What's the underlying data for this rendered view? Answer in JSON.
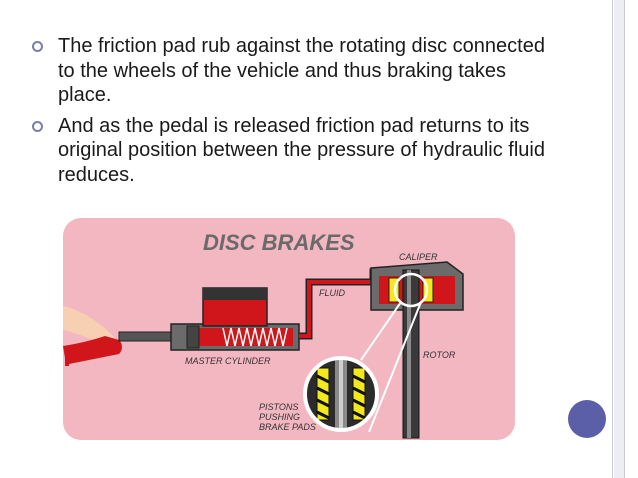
{
  "slide": {
    "bullets": [
      "The friction pad rub against the rotating disc connected to the wheels of the vehicle and thus braking takes place.",
      "And as the pedal is released friction pad returns to its original position between the pressure of hydraulic fluid reduces."
    ]
  },
  "diagram": {
    "title": "DISC BRAKES",
    "labels": {
      "caliper": "CALIPER",
      "fluid": "FLUID",
      "master_cylinder": "MASTER CYLINDER",
      "rotor": "ROTOR",
      "pistons_line1": "PISTONS",
      "pistons_line2": "PUSHING",
      "pistons_line3": "BRAKE PADS"
    }
  },
  "colors": {
    "panel_background": "#f3b7c2",
    "fluid_red": "#d0161b",
    "pad_yellow": "#f2e81e",
    "bullet_ring": "#7b7fa8",
    "nav_circle": "#5b5fa7"
  },
  "icons": {
    "bullet": "hollow-circle-bullet",
    "navigation": "filled-circle"
  }
}
